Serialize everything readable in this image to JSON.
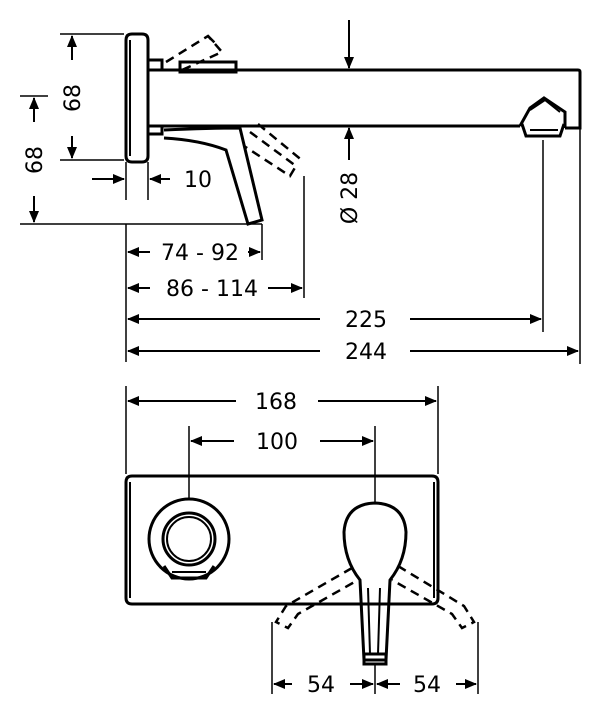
{
  "drawing_title": "Wall-mounted single lever basin mixer – dimension drawing",
  "side_view": {
    "height_plate": "68",
    "height_lever": "68",
    "plate_depth": "10",
    "lever_range_1": "74 - 92",
    "lever_range_2": "86 - 114",
    "spout_diameter": "Ø 28",
    "spout_reach": "225",
    "total_length": "244"
  },
  "front_view": {
    "plate_width": "168",
    "center_distance": "100",
    "lever_left_swing": "54",
    "lever_right_swing": "54"
  },
  "colors": {
    "ink": "#000000",
    "paper": "#ffffff"
  }
}
